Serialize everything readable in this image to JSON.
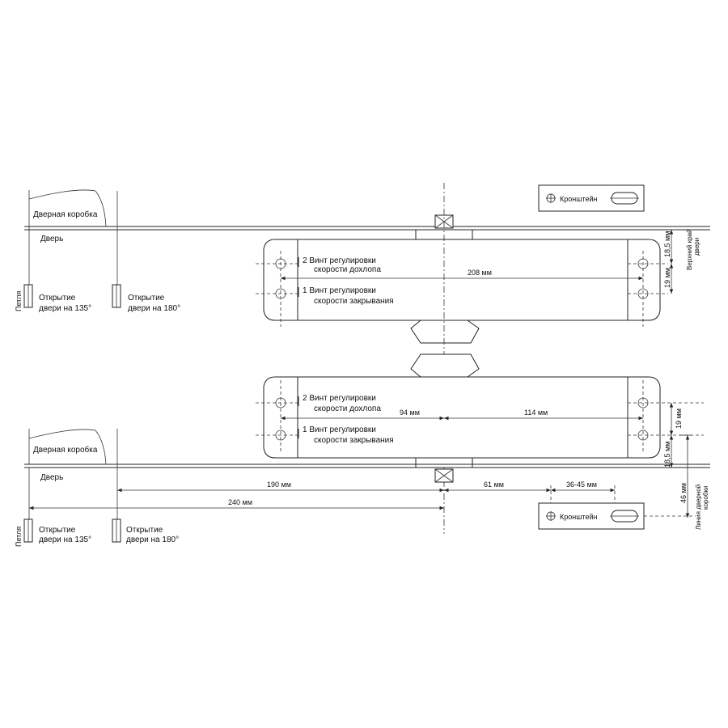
{
  "labels": {
    "door_frame": "Дверная коробка",
    "door": "Дверь",
    "hinge": "Петля",
    "open_135_line1": "Открытие",
    "open_135_line2": "двери на 135°",
    "open_180_line1": "Открытие",
    "open_180_line2": "двери на 180°",
    "bracket": "Кронштейн",
    "screw2_line1": "2 Винт регулировки",
    "screw2_line2": "скорости дохлопа",
    "screw1_line1": "1 Винт регулировки",
    "screw1_line2": "скорости закрывания",
    "door_top_edge_line1": "Верхний край",
    "door_top_edge_line2": "двери",
    "frame_line_line1": "Линия дверной",
    "frame_line_line2": "коробки"
  },
  "dimensions": {
    "width_208": "208 мм",
    "right_18_5_top": "18,5 мм",
    "right_19_top": "19 мм",
    "left_94": "94 мм",
    "right_114": "114 мм",
    "right_19_bottom": "19 мм",
    "right_18_5_bottom": "18,5 мм",
    "right_46": "46 мм",
    "dist_190": "190 мм",
    "dist_61": "61 мм",
    "dist_36_45": "36-45 мм",
    "dist_240": "240 мм"
  },
  "colors": {
    "line": "#222222",
    "background": "#ffffff"
  }
}
